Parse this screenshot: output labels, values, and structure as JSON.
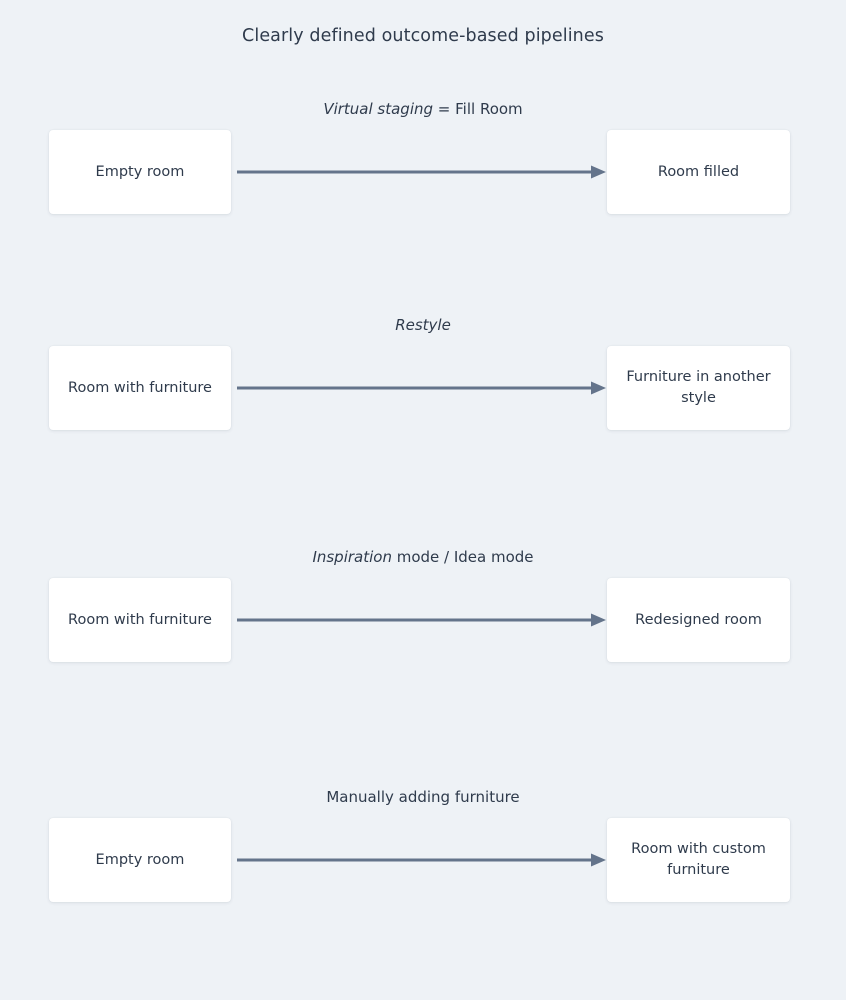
{
  "page": {
    "title": "Clearly defined outcome-based pipelines",
    "background_color": "#eef2f6",
    "text_color": "#2f3b4c",
    "arrow_color": "#64748b",
    "box_color": "#ffffff"
  },
  "rows": [
    {
      "label_em": "Virtual staging",
      "label_plain": " = Fill Room",
      "source": "Empty room",
      "target": "Room filled"
    },
    {
      "label_em": "Restyle",
      "label_plain": "",
      "source": "Room with furniture",
      "target": "Furniture in another style"
    },
    {
      "label_em": "Inspiration",
      "label_plain": " mode / Idea mode",
      "source": "Room with furniture",
      "target": "Redesigned room"
    },
    {
      "label_em": "",
      "label_plain": "Manually adding furniture",
      "source": "Empty room",
      "target": "Room with custom furniture"
    }
  ]
}
